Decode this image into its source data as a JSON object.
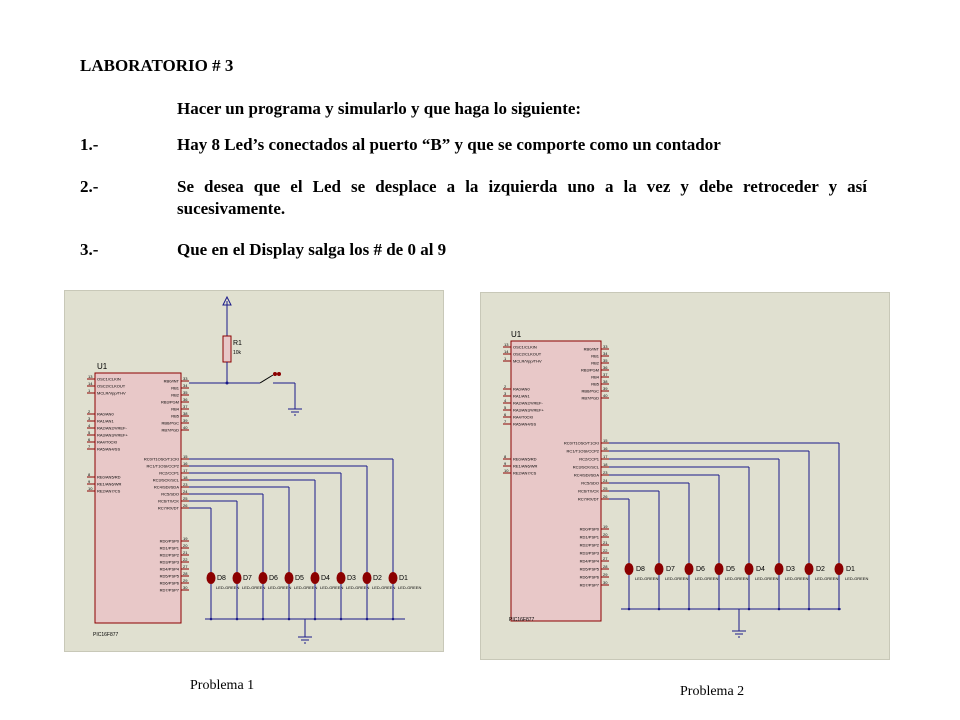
{
  "title": "LABORATORIO  # 3",
  "intro": "Hacer un programa y simularlo y que haga lo siguiente:",
  "items": [
    {
      "num": "1.-",
      "text": "Hay 8 Led’s conectados al puerto “B” y que se comporte como un contador"
    },
    {
      "num": "2.-",
      "text": "Se desea que el Led se desplace a la izquierda uno a la vez y debe retroceder y así sucesivamente."
    },
    {
      "num": "3.-",
      "text": "Que en el  Display salga los # de 0 al 9"
    }
  ],
  "diagram1": {
    "caption": "Problema 1",
    "chip": "U1",
    "chip_part": "PIC16F877",
    "resistor": "R1",
    "resistor_value": "10k",
    "leds": [
      "D8",
      "D7",
      "D6",
      "D5",
      "D4",
      "D3",
      "D2",
      "D1"
    ],
    "led_type": "LED-GREEN",
    "left_pins": [
      "13",
      "14",
      "1",
      "2",
      "3",
      "4",
      "5",
      "6",
      "7",
      "8",
      "9",
      "10"
    ],
    "left_labels": [
      "OSC1/CLKIN",
      "OSC2/CLKOUT",
      "MCLR/Vpp/THV",
      "RA0/AN0",
      "RA1/AN1",
      "RA2/AN2/VREF-",
      "RA3/AN3/VREF+",
      "RA4/T0CKI",
      "RA5/AN4/SS",
      "RE0/AN5/RD",
      "RE1/AN6/WR",
      "RE2/AN7/CS"
    ],
    "right_pins": [
      "33",
      "34",
      "35",
      "36",
      "37",
      "38",
      "39",
      "40",
      "15",
      "16",
      "17",
      "18",
      "23",
      "24",
      "25",
      "26",
      "19",
      "20",
      "21",
      "22",
      "27",
      "28",
      "29",
      "30"
    ],
    "right_labels": [
      "RB0/INT",
      "RB1",
      "RB2",
      "RB3/PGM",
      "RB4",
      "RB5",
      "RB6/PGC",
      "RB7/PGD",
      "RC0/T1OSO/T1CKI",
      "RC1/T1OSI/CCP2",
      "RC2/CCP1",
      "RC3/SCK/SCL",
      "RC4/SDI/SDA",
      "RC5/SDO",
      "RC6/TX/CK",
      "RC7/RX/DT",
      "RD0/PSP0",
      "RD1/PSP1",
      "RD2/PSP2",
      "RD3/PSP3",
      "RD4/PSP4",
      "RD5/PSP5",
      "RD6/PSP6",
      "RD7/PSP7"
    ]
  },
  "diagram2": {
    "caption": "Problema 2",
    "chip": "U1",
    "chip_part": "PIC16F877",
    "leds": [
      "D8",
      "D7",
      "D6",
      "D5",
      "D4",
      "D3",
      "D2",
      "D1"
    ],
    "led_type": "LED-GREEN"
  },
  "colors": {
    "panel": "#e0e0d0",
    "wire": "#1a1a8a",
    "chip": "#e8c8c8",
    "chip_border": "#8b0000",
    "led": "#8b0000",
    "pin": "#8b0000"
  }
}
